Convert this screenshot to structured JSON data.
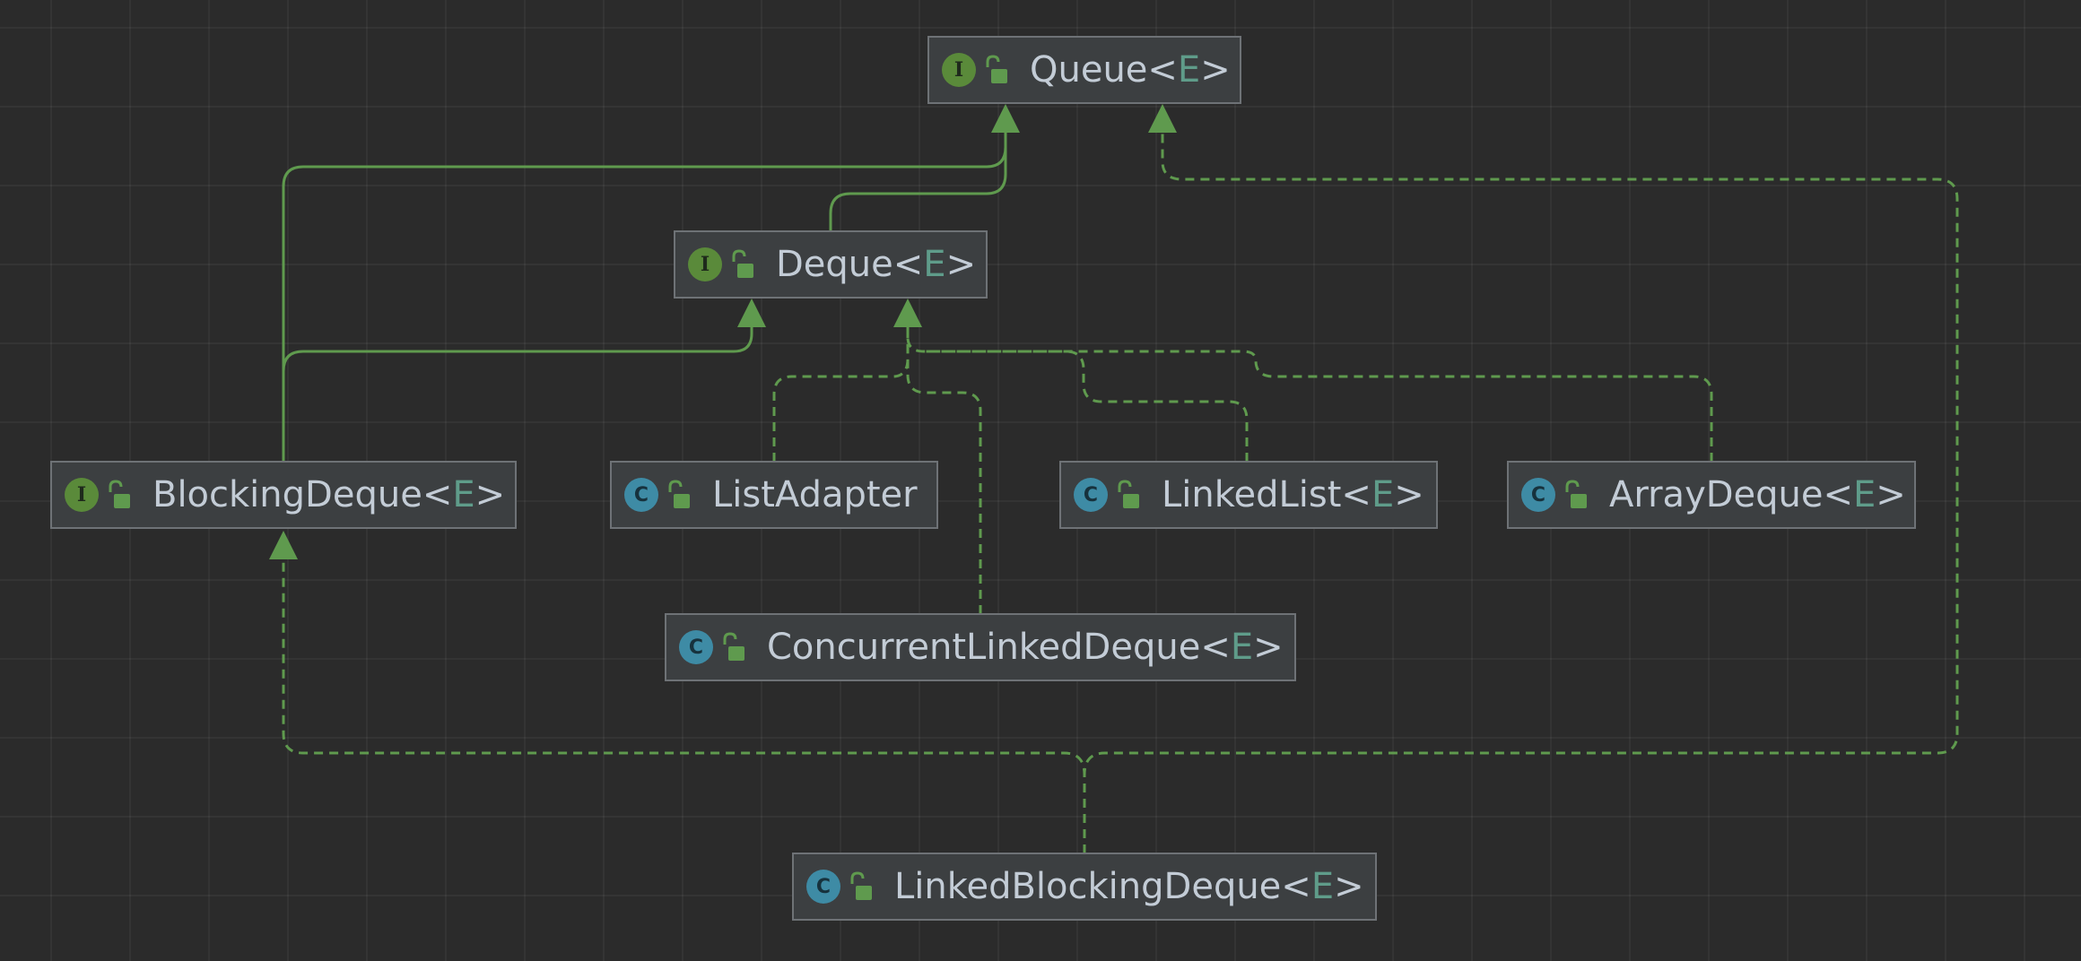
{
  "colors": {
    "background": "#2b2b2b",
    "node_fill": "#3c3f41",
    "node_border": "#6e7276",
    "text": "#c3ccd6",
    "type_param": "#5f9c8a",
    "edge_green": "#5f9a4e",
    "interface_badge": "#5a8a3a",
    "class_badge": "#3e8ba5"
  },
  "diagram": {
    "nodes": [
      {
        "id": "queue",
        "kind": "interface",
        "kind_icon": "interface-icon",
        "badge": "I",
        "name": "Queue",
        "open": "<",
        "param": "E",
        "close": ">"
      },
      {
        "id": "deque",
        "kind": "interface",
        "kind_icon": "interface-icon",
        "badge": "I",
        "name": "Deque",
        "open": "<",
        "param": "E",
        "close": ">"
      },
      {
        "id": "blockingdeque",
        "kind": "interface",
        "kind_icon": "interface-icon",
        "badge": "I",
        "name": "BlockingDeque",
        "open": "<",
        "param": "E",
        "close": ">"
      },
      {
        "id": "listadapter",
        "kind": "class",
        "kind_icon": "class-icon",
        "badge": "C",
        "name": "ListAdapter",
        "open": "",
        "param": "",
        "close": ""
      },
      {
        "id": "linkedlist",
        "kind": "class",
        "kind_icon": "class-icon",
        "badge": "C",
        "name": "LinkedList",
        "open": "<",
        "param": "E",
        "close": ">"
      },
      {
        "id": "arraydeque",
        "kind": "class",
        "kind_icon": "class-icon",
        "badge": "C",
        "name": "ArrayDeque",
        "open": "<",
        "param": "E",
        "close": ">"
      },
      {
        "id": "concurrentlinkeddeque",
        "kind": "class",
        "kind_icon": "class-icon",
        "badge": "C",
        "name": "ConcurrentLinkedDeque",
        "open": "<",
        "param": "E",
        "close": ">"
      },
      {
        "id": "linkedblockingdeque",
        "kind": "class",
        "kind_icon": "class-icon",
        "badge": "C",
        "name": "LinkedBlockingDeque",
        "open": "<",
        "param": "E",
        "close": ">"
      }
    ],
    "edges": [
      {
        "from": "deque",
        "to": "queue",
        "style": "solid",
        "relation": "extends"
      },
      {
        "from": "blockingdeque",
        "to": "queue",
        "style": "solid",
        "relation": "extends"
      },
      {
        "from": "blockingdeque",
        "to": "deque",
        "style": "solid",
        "relation": "extends"
      },
      {
        "from": "listadapter",
        "to": "deque",
        "style": "dashed",
        "relation": "implements"
      },
      {
        "from": "concurrentlinkeddeque",
        "to": "deque",
        "style": "dashed",
        "relation": "implements"
      },
      {
        "from": "linkedlist",
        "to": "deque",
        "style": "dashed",
        "relation": "implements"
      },
      {
        "from": "arraydeque",
        "to": "deque",
        "style": "dashed",
        "relation": "implements"
      },
      {
        "from": "linkedblockingdeque",
        "to": "blockingdeque",
        "style": "dashed",
        "relation": "implements"
      },
      {
        "from": "linkedblockingdeque",
        "to": "queue",
        "style": "dashed",
        "relation": "implements"
      }
    ]
  }
}
